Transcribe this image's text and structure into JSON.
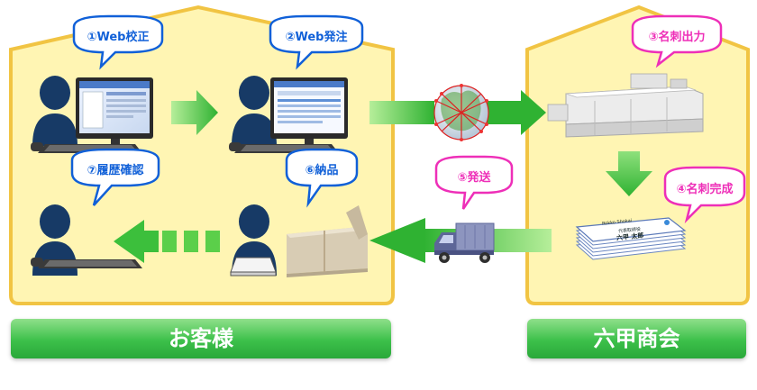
{
  "steps": {
    "web_proof": "①Web校正",
    "web_order": "②Web発注",
    "print": "③名刺出力",
    "complete": "④名刺完成",
    "ship": "⑤発送",
    "deliver": "⑥納品",
    "history": "⑦履歴確認"
  },
  "labels": {
    "customer": "お客様",
    "company": "六甲商会"
  },
  "card_text": {
    "company": "Rokko Shokai",
    "title": "代表取締役",
    "name": "六甲 太郎"
  },
  "colors": {
    "house_fill": "#fff5b3",
    "house_stroke": "#f0c040",
    "blue_bubble": "#1060d8",
    "pink_bubble": "#ee2fb8",
    "arrow_green": "#3cbf3c",
    "person": "#173a66"
  }
}
